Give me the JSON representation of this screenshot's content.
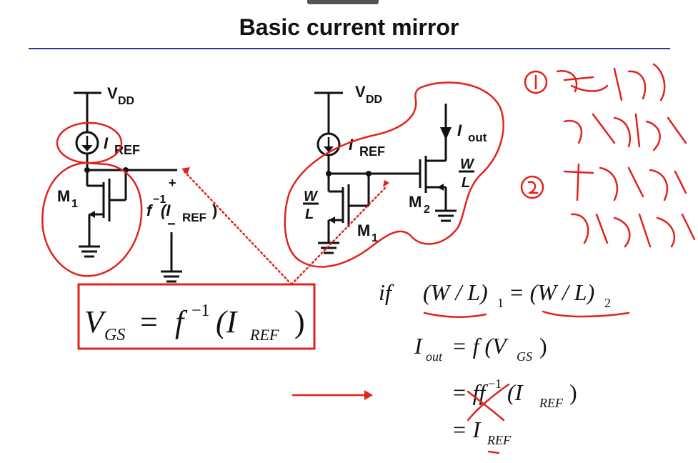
{
  "title": "Basic current mirror",
  "left_circuit": {
    "vdd": "V",
    "vdd_sub": "DD",
    "iref": "I",
    "iref_sub": "REF",
    "m1": "M",
    "m1_sub": "1",
    "plus": "+",
    "minus": "−",
    "f_inv": "f",
    "f_exp": "−1",
    "f_arg_open": "(I",
    "f_arg_sub": "REF",
    "f_arg_close": ")"
  },
  "right_circuit": {
    "vdd": "V",
    "vdd_sub": "DD",
    "iref": "I",
    "iref_sub": "REF",
    "iout": "I",
    "iout_sub": "out",
    "wl_top": "W",
    "wl_bottom": "L",
    "m1": "M",
    "m1_sub": "1",
    "m2": "M",
    "m2_sub": "2"
  },
  "boxed_equation": {
    "lhs": "V",
    "lhs_sub": "GS",
    "eq": "=",
    "f": "f",
    "exp": "−1",
    "open": "(I",
    "sub": "REF",
    "close": ")"
  },
  "derivation": {
    "if_word": "if",
    "cond": "(W / L)",
    "cond_sub1": "1",
    "cond_eq": "= (W / L)",
    "cond_sub2": "2",
    "line1_lhs": "I",
    "line1_lhs_sub": "out",
    "line1_rhs": "= f (V",
    "line1_rhs_sub": "GS",
    "line1_close": ")",
    "line2": "= ff",
    "line2_exp": "−1",
    "line2_arg": "(I",
    "line2_sub": "REF",
    "line2_close": ")",
    "line3": "= I",
    "line3_sub": "REF"
  },
  "colors": {
    "ink": "#111111",
    "annotation": "#e0231c",
    "rule": "#2e3a8c"
  }
}
